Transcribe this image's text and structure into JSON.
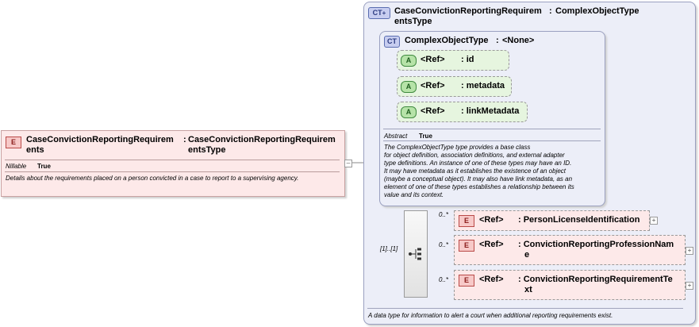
{
  "main_element": {
    "badge": "E",
    "name": "CaseConvictionReportingRequirem\nents",
    "separator": ":",
    "type": "CaseConvictionReportingRequirem\nentsType",
    "nillable_label": "Nillable",
    "nillable_value": "True",
    "description": "Details about the requirements placed on a person convicted in a case to report to a supervising agency.",
    "collapse_symbol": "–"
  },
  "complex_type": {
    "badge": "CT",
    "name": "CaseConvictionReportingRequirem",
    "name_line2": "entsType",
    "separator": ":",
    "base": "ComplexObjectType",
    "description": "A data type for information to alert a court when additional reporting requirements exist."
  },
  "base_type": {
    "badge": "CT",
    "name": "ComplexObjectType",
    "separator": ":",
    "base": "<None>",
    "attributes": [
      {
        "badge": "A",
        "ref": "<Ref>",
        "name": ": id"
      },
      {
        "badge": "A",
        "ref": "<Ref>",
        "name": ": metadata"
      },
      {
        "badge": "A",
        "ref": "<Ref>",
        "name": ": linkMetadata"
      }
    ],
    "abstract_label": "Abstract",
    "abstract_value": "True",
    "description": "The ComplexObjectType type provides a base class\nfor object definition, association definitions, and external adapter\ntype definitions. An instance of one of these types may have an ID.\nIt may have metadata as it establishes the existence of an object\n(maybe a conceptual object). It may also have link metadata, as an\nelement of one of these types establishes a relationship between its\nvalue and its context."
  },
  "sequence": {
    "multiplicity": "[1]..[1]",
    "children": [
      {
        "cardinality": "0..*",
        "badge": "E",
        "ref": "<Ref>",
        "name": ": PersonLicenseIdentification",
        "name_line2": ""
      },
      {
        "cardinality": "0..*",
        "badge": "E",
        "ref": "<Ref>",
        "name": ": ConvictionReportingProfessionNam",
        "name_line2": "e"
      },
      {
        "cardinality": "0..*",
        "badge": "E",
        "ref": "<Ref>",
        "name": ": ConvictionReportingRequirementTe",
        "name_line2": "xt"
      }
    ],
    "expand_symbol": "+"
  },
  "colors": {
    "element_fill": "#fde9e9",
    "element_border": "#c8a2a2",
    "type_fill": "#eceef8",
    "type_border": "#9aa0c0",
    "attr_fill": "#e6f5df"
  }
}
